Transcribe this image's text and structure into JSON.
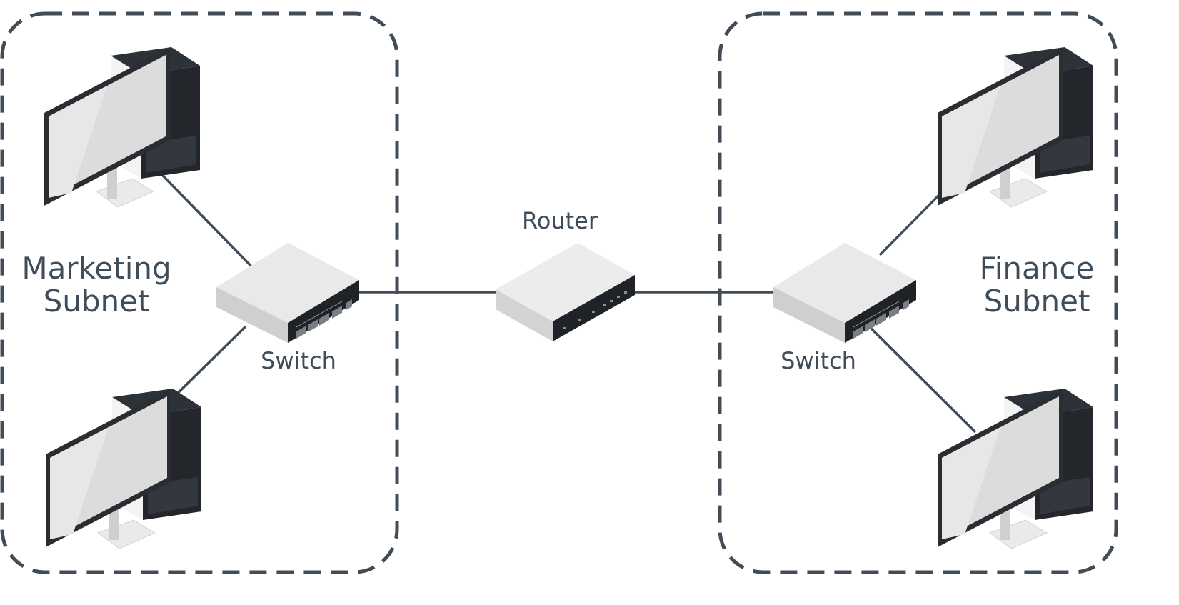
{
  "subnets": {
    "left": {
      "line1": "Marketing",
      "line2": "Subnet"
    },
    "right": {
      "line1": "Finance",
      "line2": "Subnet"
    }
  },
  "devices": {
    "router_label": "Router",
    "left_switch_label": "Switch",
    "right_switch_label": "Switch"
  },
  "icons": {
    "computer": "desktop-computer-icon",
    "switch": "network-switch-icon",
    "router": "router-icon"
  },
  "colors": {
    "outline": "#414c57",
    "label": "#3f4d5a",
    "device_body": "#e6e6e6",
    "device_dark": "#22262b"
  }
}
